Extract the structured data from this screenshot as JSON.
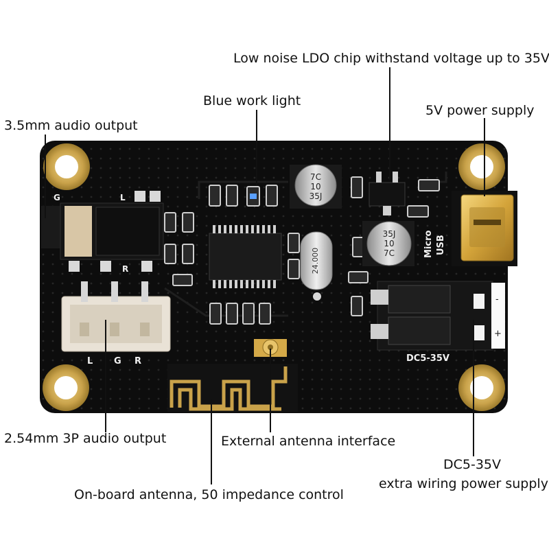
{
  "callouts": {
    "ldo_chip": "Low noise LDO chip withstand voltage up to 35V",
    "blue_light": "Blue work light",
    "power_5v": "5V power supply",
    "audio_35mm": "3.5mm audio output",
    "audio_3p": "2.54mm 3P audio output",
    "ext_antenna": "External antenna interface",
    "dc_line1": "DC5-35V",
    "dc_line2": "extra wiring power supply",
    "onboard_antenna": "On-board antenna, 50 impedance control"
  },
  "board_silkscreen": {
    "micro": "Micro",
    "usb": "USB",
    "dc_range": "DC5-35V",
    "pin_l": "L",
    "pin_g": "G",
    "pin_r": "R",
    "jack_g": "G",
    "jack_l": "L",
    "jack_r": "R",
    "plus": "+",
    "minus": "-"
  },
  "components": {
    "cap1_line1": "7C",
    "cap1_line2": "10",
    "cap1_line3": "35J",
    "cap2_line1": "35J",
    "cap2_line2": "10",
    "cap2_line3": "7C",
    "crystal": "24.000"
  },
  "colors": {
    "board": "#0d0d0d",
    "gold": "#c9a24a",
    "connector": "#e9e2d6"
  }
}
